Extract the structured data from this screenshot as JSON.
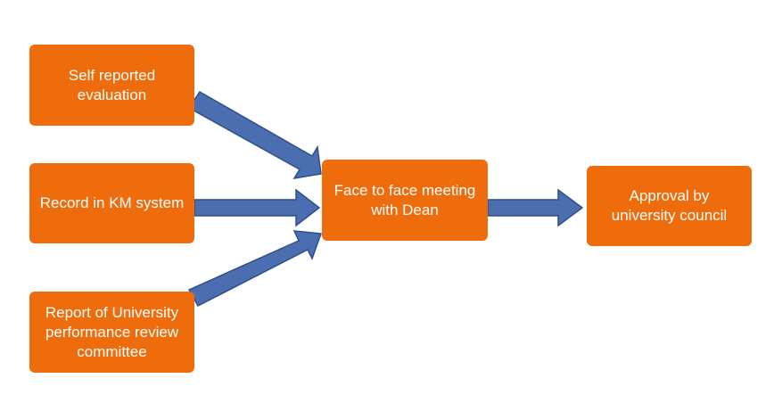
{
  "diagram": {
    "nodes": [
      {
        "id": "self",
        "label": "Self reported evaluation",
        "lines": [
          "Self reported",
          "evaluation"
        ]
      },
      {
        "id": "km",
        "label": "Record in KM system",
        "lines": [
          "Record in KM system"
        ]
      },
      {
        "id": "report",
        "label": "Report of University performance review committee",
        "lines": [
          "Report of University",
          "performance review",
          "committee"
        ]
      },
      {
        "id": "meeting",
        "label": "Face to face meeting with Dean",
        "lines": [
          "Face to face meeting",
          "with Dean"
        ]
      },
      {
        "id": "approval",
        "label": "Approval by university council",
        "lines": [
          "Approval by",
          "university council"
        ]
      }
    ],
    "edges": [
      {
        "from": "self",
        "to": "meeting"
      },
      {
        "from": "km",
        "to": "meeting"
      },
      {
        "from": "report",
        "to": "meeting"
      },
      {
        "from": "meeting",
        "to": "approval"
      }
    ],
    "colors": {
      "node_fill": "#ee6c0b",
      "node_text": "#ffffff",
      "arrow_fill": "#4a6eb0",
      "arrow_stroke": "#2f4f8a"
    }
  }
}
